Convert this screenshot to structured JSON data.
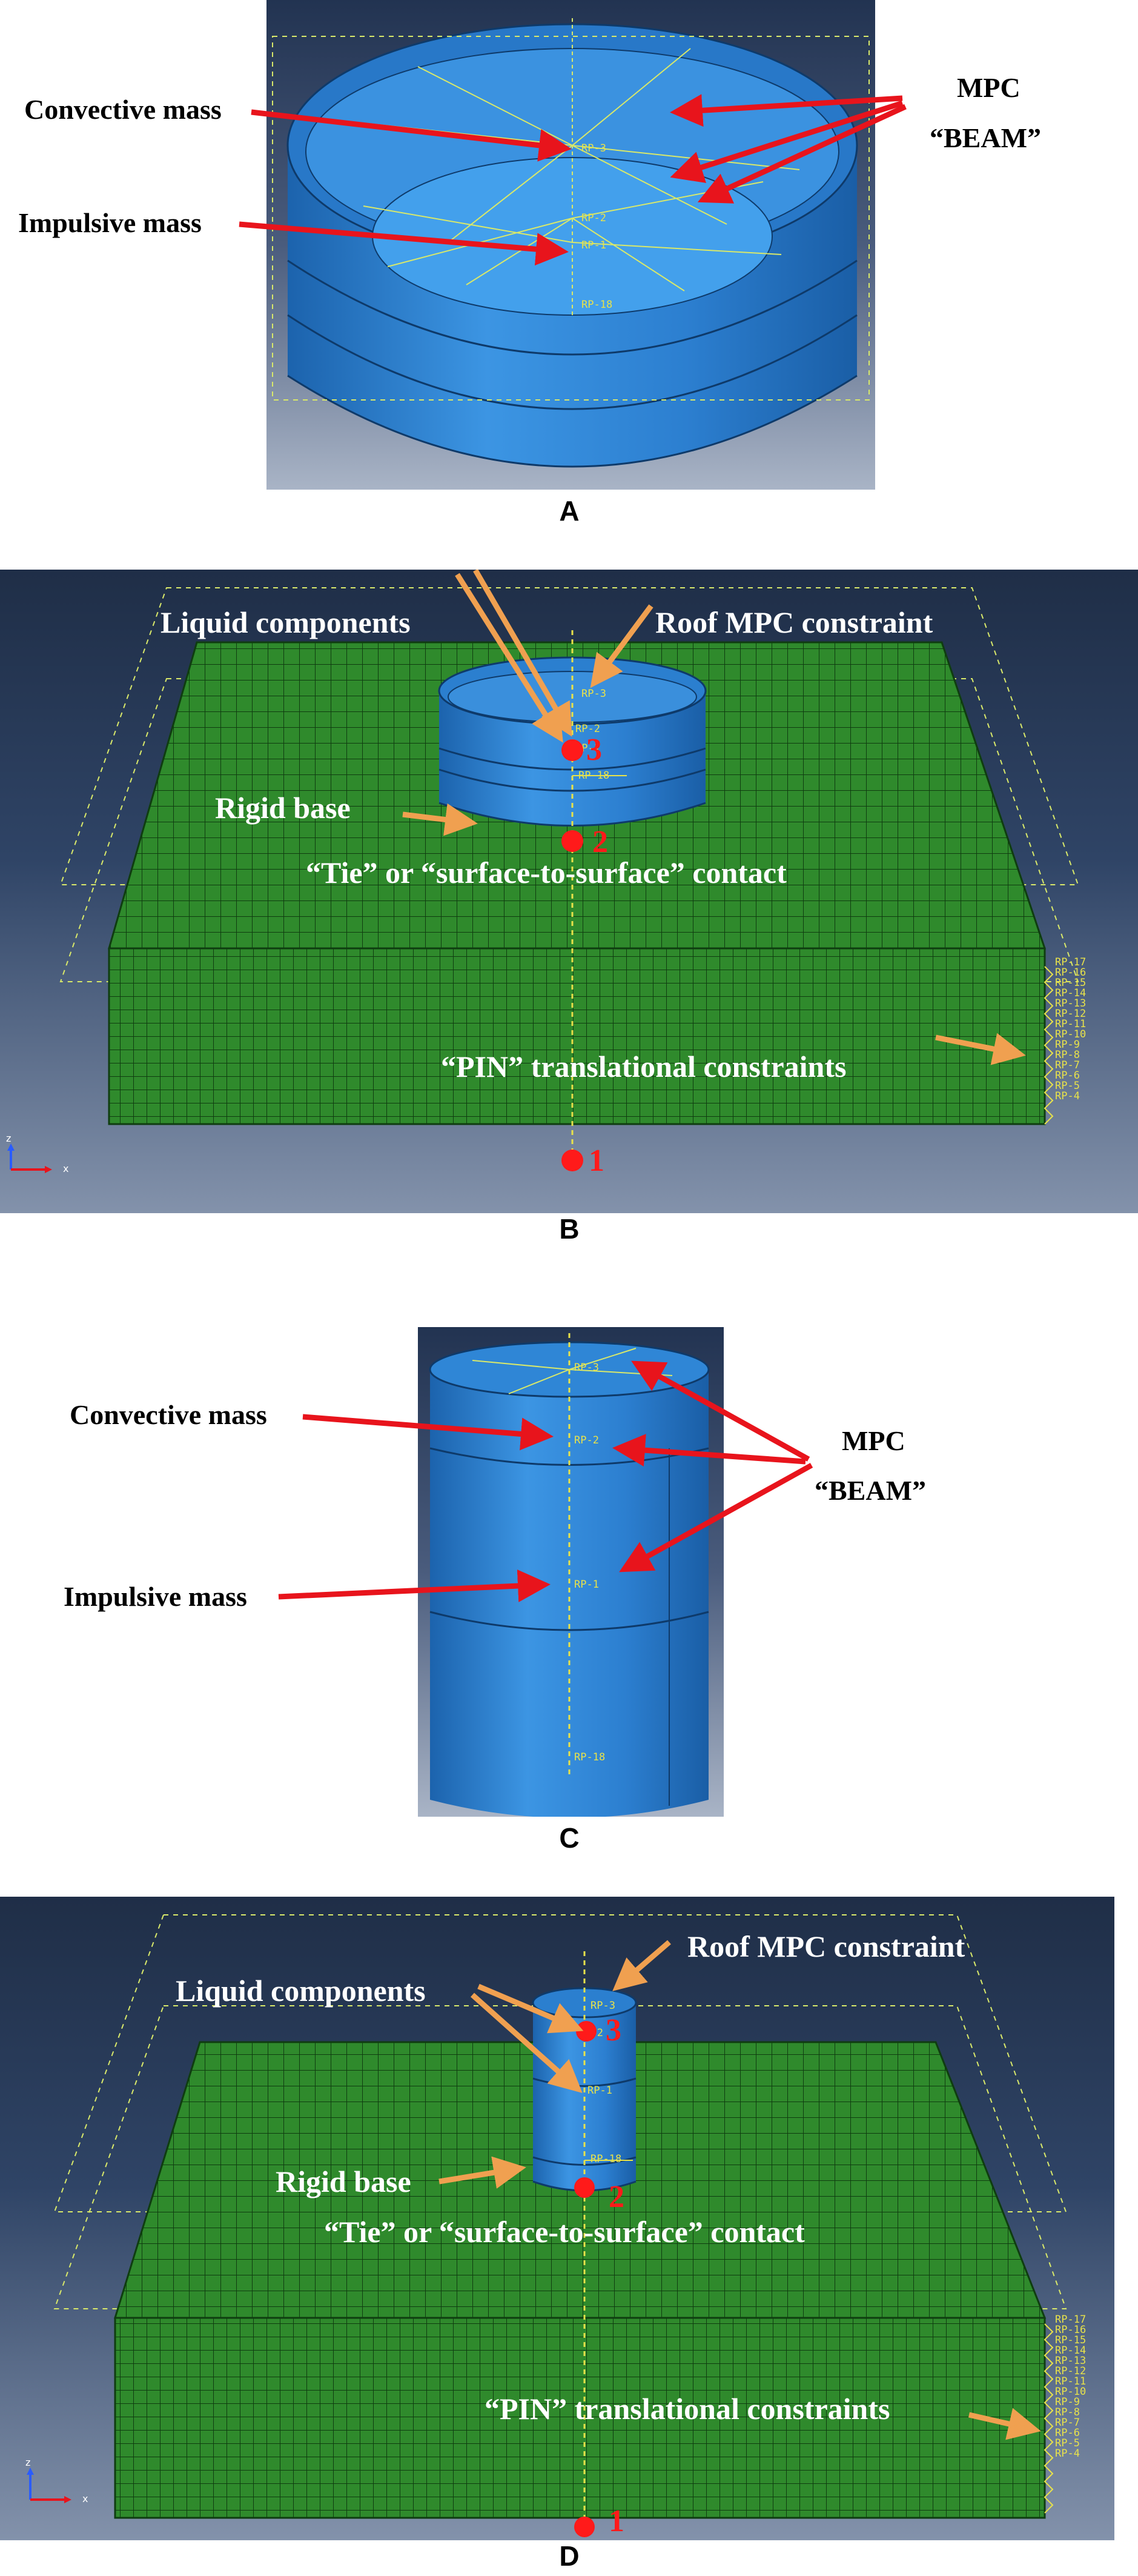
{
  "panels": {
    "A": {
      "label": "A",
      "annotations": {
        "convective_mass": "Convective mass",
        "impulsive_mass": "Impulsive mass",
        "mpc": "MPC",
        "beam": "“BEAM”"
      },
      "rp_labels": [
        "RP-3",
        "RP-2",
        "RP-1",
        "RP-18"
      ]
    },
    "B": {
      "label": "B",
      "annotations": {
        "liquid_components": "Liquid components",
        "roof_mpc": "Roof MPC constraint",
        "rigid_base": "Rigid base",
        "tie_contact": "“Tie” or “surface-to-surface” contact",
        "pin_constraints": "“PIN” translational constraints"
      },
      "node_numbers": [
        "3",
        "2",
        "1"
      ],
      "rp_labels_top": [
        "RP-3",
        "RP-2",
        "RP-1",
        "RP-18"
      ],
      "rp_side_labels": [
        "RP-17",
        "RP-16",
        "RP-15",
        "RP-14",
        "RP-13",
        "RP-12",
        "RP-11",
        "RP-10",
        "RP-9",
        "RP-8",
        "RP-7",
        "RP-6",
        "RP-5",
        "RP-4"
      ],
      "triad": {
        "z": "z",
        "x": "x"
      }
    },
    "C": {
      "label": "C",
      "annotations": {
        "convective_mass": "Convective mass",
        "impulsive_mass": "Impulsive mass",
        "mpc": "MPC",
        "beam": "“BEAM”"
      },
      "rp_labels": [
        "RP-3",
        "RP-2",
        "RP-1",
        "RP-18"
      ]
    },
    "D": {
      "label": "D",
      "annotations": {
        "liquid_components": "Liquid components",
        "roof_mpc": "Roof MPC constraint",
        "rigid_base": "Rigid base",
        "tie_contact": "“Tie” or “surface-to-surface” contact",
        "pin_constraints": "“PIN” translational constraints"
      },
      "node_numbers": [
        "3",
        "2",
        "1"
      ],
      "rp_labels_top": [
        "RP-3",
        "RP-2",
        "RP-1",
        "RP-18"
      ],
      "rp_side_labels": [
        "RP-17",
        "RP-16",
        "RP-15",
        "RP-14",
        "RP-13",
        "RP-12",
        "RP-11",
        "RP-10",
        "RP-9",
        "RP-8",
        "RP-7",
        "RP-6",
        "RP-5",
        "RP-4"
      ],
      "triad": {
        "z": "z",
        "x": "x"
      }
    }
  },
  "colors": {
    "tank_blue": "#2f86d6",
    "mesh_green": "#2f8a2c",
    "arrow_red": "#e8141c",
    "arrow_orange": "#f0a050",
    "constraint_yellow": "#e8e24a"
  }
}
